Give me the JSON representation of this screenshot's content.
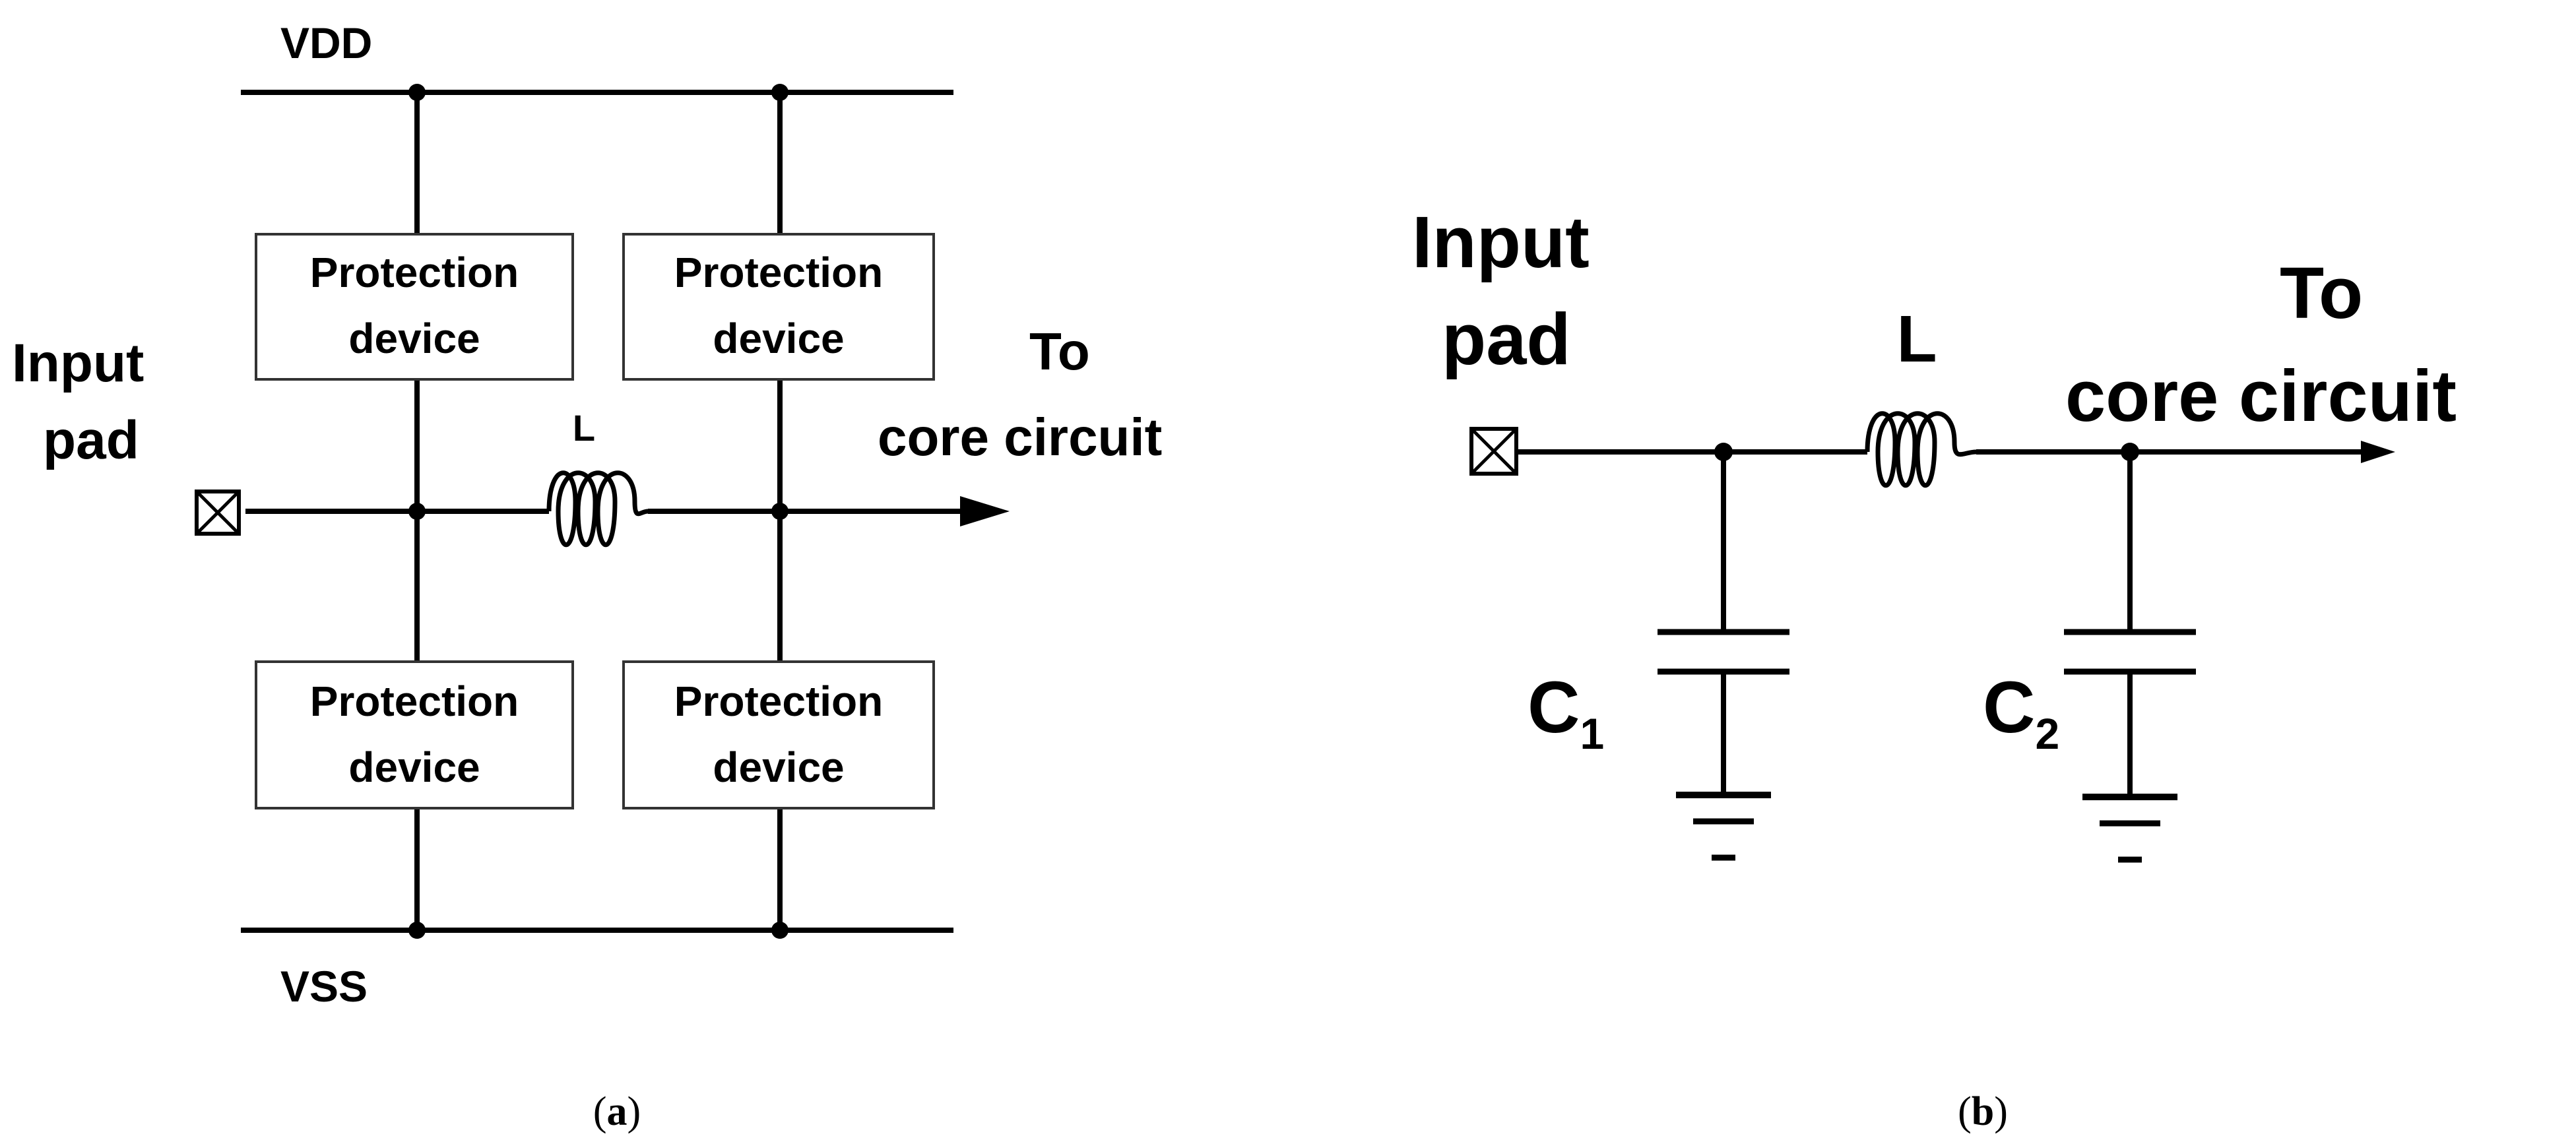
{
  "panel_a": {
    "vdd": "VDD",
    "vss": "VSS",
    "input_line1": "Input",
    "input_line2": "pad",
    "out_line1": "To",
    "out_line2": "core circuit",
    "inductor": "L",
    "devices": [
      {
        "line1": "Protection",
        "line2": "device"
      },
      {
        "line1": "Protection",
        "line2": "device"
      },
      {
        "line1": "Protection",
        "line2": "device"
      },
      {
        "line1": "Protection",
        "line2": "device"
      }
    ],
    "caption": "a"
  },
  "panel_b": {
    "input_line1": "Input",
    "input_line2": "pad",
    "out_line1": "To",
    "out_line2": "core circuit",
    "inductor": "L",
    "c1": "C",
    "c1_sub": "1",
    "c2": "C",
    "c2_sub": "2",
    "caption": "b"
  }
}
